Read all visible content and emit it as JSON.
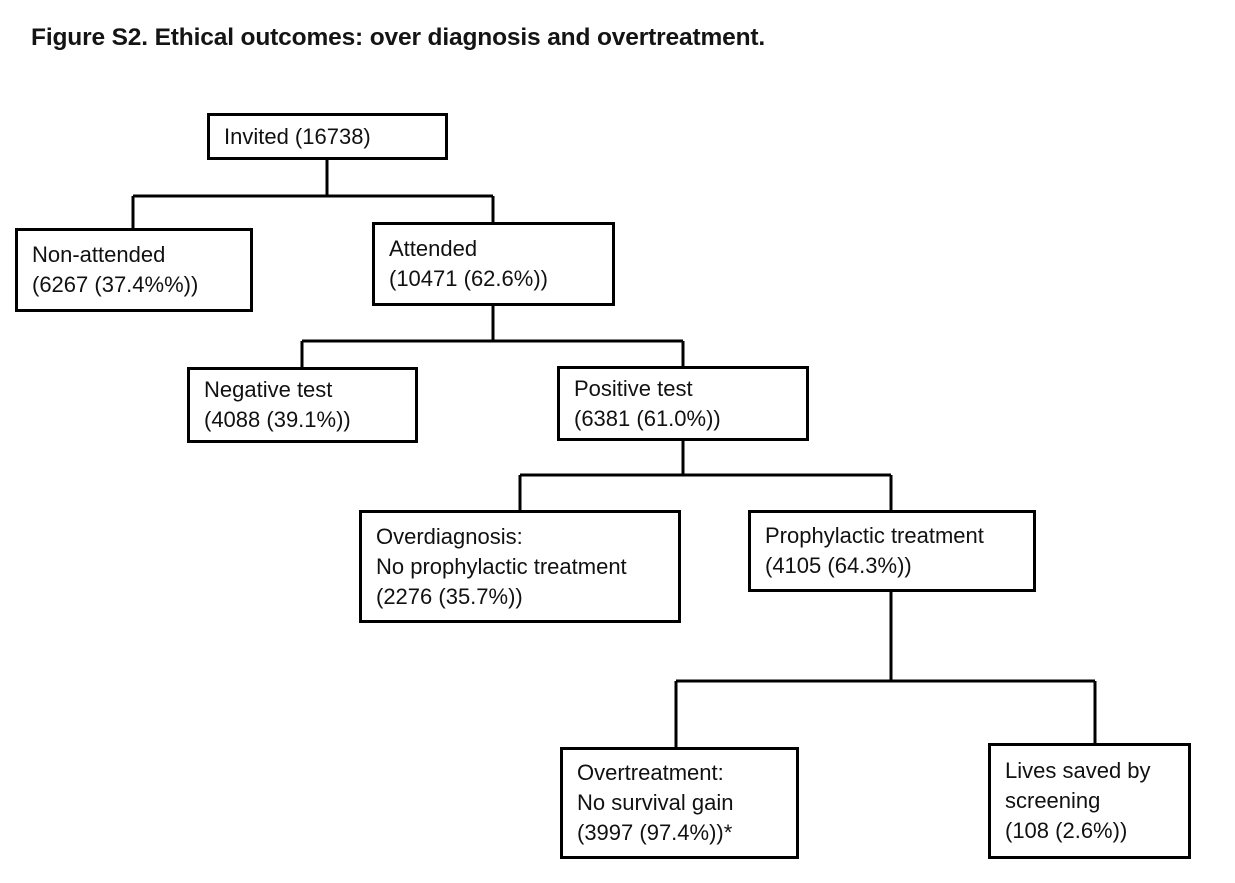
{
  "figure": {
    "title": "Figure S2. Ethical outcomes: over diagnosis and overtreatment."
  },
  "chart_data": {
    "type": "diagram",
    "diagram_type": "flowchart-tree",
    "title": "Figure S2. Ethical outcomes: over diagnosis and overtreatment.",
    "nodes": [
      {
        "id": "invited",
        "label": "Invited",
        "count": 16738,
        "percent": null,
        "lines": [
          "Invited (16738)"
        ]
      },
      {
        "id": "non_attended",
        "label": "Non-attended",
        "count": 6267,
        "percent": 37.4,
        "lines": [
          "Non-attended",
          "(6267 (37.4%%))"
        ]
      },
      {
        "id": "attended",
        "label": "Attended",
        "count": 10471,
        "percent": 62.6,
        "lines": [
          "Attended",
          "(10471 (62.6%))"
        ]
      },
      {
        "id": "negative_test",
        "label": "Negative test",
        "count": 4088,
        "percent": 39.1,
        "lines": [
          "Negative test",
          "(4088 (39.1%))"
        ]
      },
      {
        "id": "positive_test",
        "label": "Positive test",
        "count": 6381,
        "percent": 61.0,
        "lines": [
          "Positive test",
          "(6381 (61.0%))"
        ]
      },
      {
        "id": "overdiagnosis",
        "label": "Overdiagnosis: No prophylactic treatment",
        "count": 2276,
        "percent": 35.7,
        "lines": [
          "Overdiagnosis:",
          "No prophylactic treatment",
          "(2276 (35.7%))"
        ]
      },
      {
        "id": "prophylactic_treatment",
        "label": "Prophylactic treatment",
        "count": 4105,
        "percent": 64.3,
        "lines": [
          "Prophylactic treatment",
          "(4105 (64.3%))"
        ]
      },
      {
        "id": "overtreatment",
        "label": "Overtreatment: No survival gain",
        "count": 3997,
        "percent": 97.4,
        "footnote_marker": "*",
        "lines": [
          "Overtreatment:",
          "No survival gain",
          "(3997 (97.4%))*"
        ]
      },
      {
        "id": "lives_saved",
        "label": "Lives saved by screening",
        "count": 108,
        "percent": 2.6,
        "lines": [
          "Lives saved by",
          "screening",
          "(108 (2.6%))"
        ]
      }
    ],
    "edges": [
      {
        "from": "invited",
        "to": "non_attended"
      },
      {
        "from": "invited",
        "to": "attended"
      },
      {
        "from": "attended",
        "to": "negative_test"
      },
      {
        "from": "attended",
        "to": "positive_test"
      },
      {
        "from": "positive_test",
        "to": "overdiagnosis"
      },
      {
        "from": "positive_test",
        "to": "prophylactic_treatment"
      },
      {
        "from": "prophylactic_treatment",
        "to": "overtreatment"
      },
      {
        "from": "prophylactic_treatment",
        "to": "lives_saved"
      }
    ],
    "colors": {
      "background": "#ffffff",
      "box_border": "#000000",
      "box_fill": "#ffffff",
      "text": "#111111",
      "connector": "#000000"
    }
  }
}
